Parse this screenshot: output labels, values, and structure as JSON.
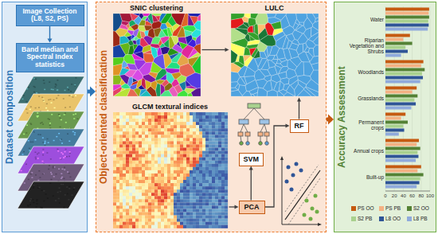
{
  "diagram": {
    "nodes": [
      {
        "text": [
          "Dataset composition"
        ]
      },
      {
        "text": [
          "Image Collection (L8, S2, PS)"
        ],
        "in": 0
      },
      {
        "text": [
          "Band median and Spectral Index statistics"
        ],
        "in": 0
      },
      {
        "text": [
          "Object-oriented classification"
        ]
      },
      {
        "text": [
          "SNIC clustering"
        ],
        "in": 3
      },
      {
        "text": [
          "LULC"
        ],
        "in": 3
      },
      {
        "text": [
          "GLCM textural indices"
        ],
        "in": 3
      },
      {
        "text": [
          "PCA"
        ],
        "in": 3
      },
      {
        "text": [
          "RF"
        ],
        "in": 3
      },
      {
        "text": [
          "SVM"
        ],
        "in": 3
      },
      {
        "text": [
          "Accuracy Assessment"
        ]
      }
    ],
    "edges": [
      {
        "from": 0,
        "to": 3,
        "arrow": "to"
      },
      {
        "from": 1,
        "to": 2,
        "arrow": "to"
      },
      {
        "from": 4,
        "to": 5,
        "arrow": "to"
      },
      {
        "from": 6,
        "to": 7,
        "arrow": "to"
      },
      {
        "from": 7,
        "to": 8,
        "arrow": "to"
      },
      {
        "from": 7,
        "to": 9,
        "arrow": "to"
      },
      {
        "from": 8,
        "to": 5,
        "arrow": "to"
      },
      {
        "from": 3,
        "to": 10,
        "arrow": "to"
      }
    ],
    "labels": [
      "Water",
      "Riparian Vegetation and Shrubs",
      "Woodlands",
      "Grasslands",
      "Permanent crops",
      "Annual crops",
      "Built-up",
      "0",
      "20",
      "40",
      "60",
      "80",
      "100"
    ],
    "legend": [
      {
        "text": "PS OO",
        "color": "#c55a11"
      },
      {
        "text": "PS PB",
        "color": "#f4b183"
      },
      {
        "text": "S2 OO",
        "color": "#548235"
      },
      {
        "text": "S2 PB",
        "color": "#a9d18e"
      },
      {
        "text": "L8 OO",
        "color": "#2f5597"
      },
      {
        "text": "L8 PB",
        "color": "#8faadc"
      }
    ]
  }
}
